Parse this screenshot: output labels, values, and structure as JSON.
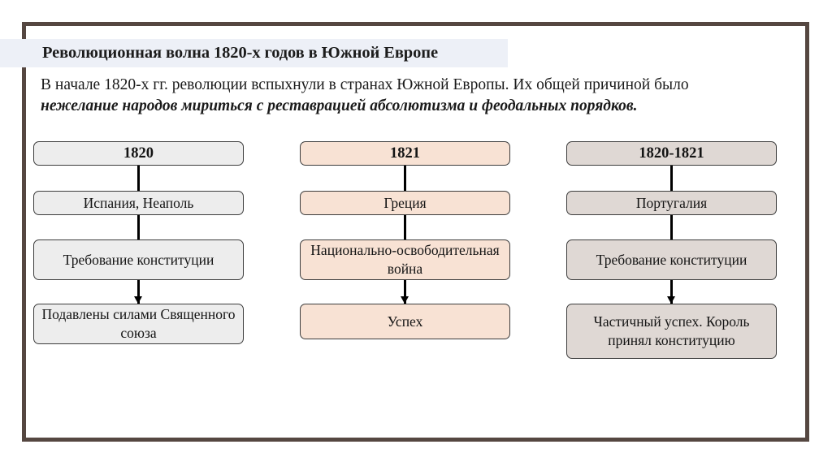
{
  "slide": {
    "title": "Революционная волна 1820-х годов в Южной Европе",
    "intro_part1": "В начале 1820-х гг. революции вспыхнули в странах Южной Европы. Их общей причиной было ",
    "intro_emphasis": "нежелание народов мириться с реставрацией абсолютизма и феодальных порядков.",
    "frame_color": "#554741",
    "title_band_color": "#edf0f7"
  },
  "columns": [
    {
      "id": "col-1",
      "fill": "#ededed",
      "boxes": [
        {
          "label": "1820",
          "kind": "head"
        },
        {
          "label": "Испания, Неаполь",
          "kind": "body"
        },
        {
          "label": "Требование конституции",
          "kind": "body"
        },
        {
          "label": "Подавлены силами Священного союза",
          "kind": "body"
        }
      ]
    },
    {
      "id": "col-2",
      "fill": "#f8e2d4",
      "boxes": [
        {
          "label": "1821",
          "kind": "head"
        },
        {
          "label": "Греция",
          "kind": "body"
        },
        {
          "label": "Национально-освободительная война",
          "kind": "body"
        },
        {
          "label": "Успех",
          "kind": "body"
        }
      ]
    },
    {
      "id": "col-3",
      "fill": "#dfd8d4",
      "boxes": [
        {
          "label": "1820-1821",
          "kind": "head"
        },
        {
          "label": "Португалия",
          "kind": "body"
        },
        {
          "label": "Требование конституции",
          "kind": "body"
        },
        {
          "label": "Частичный успех. Король принял конституцию",
          "kind": "body"
        }
      ]
    }
  ]
}
